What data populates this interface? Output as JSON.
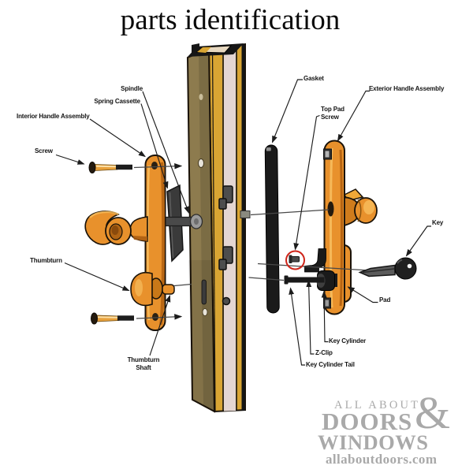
{
  "title": "parts identification",
  "labels": {
    "spindle": "Spindle",
    "spring_cassette": "Spring Cassette",
    "interior_handle_assembly": "Interior Handle Assembly",
    "screw": "Screw",
    "thumbturn": "Thumbturn",
    "thumbturn_shaft": "Thumbturn\nShaft",
    "gasket": "Gasket",
    "top_pad_screw": "Top Pad\nScrew",
    "exterior_handle_assembly": "Exterior Handle Assembly",
    "key": "Key",
    "pad": "Pad",
    "key_cylinder": "Key Cylinder",
    "z_clip": "Z-Clip",
    "key_cylinder_tail": "Key Cylinder Tail"
  },
  "logo": {
    "line1": "ALL ABOUT",
    "ampersand": "&",
    "line2": "DOORS",
    "line3": "WINDOWS",
    "website": "allaboutdoors.com"
  },
  "colors": {
    "handle_orange": "#E8912C",
    "handle_dark": "#A85A10",
    "handle_light": "#F7BE5E",
    "door_face": "#8D7B4E",
    "band_gold": "#D9A533",
    "band_cream": "#E4D6D2",
    "part_black": "#1A1A1A",
    "metal_gray": "#4A4A4A",
    "highlight_red": "#CF251A",
    "label_ink": "#141414",
    "title_ink": "#0A0A0A",
    "logo_gray": "#A9A9A9"
  }
}
